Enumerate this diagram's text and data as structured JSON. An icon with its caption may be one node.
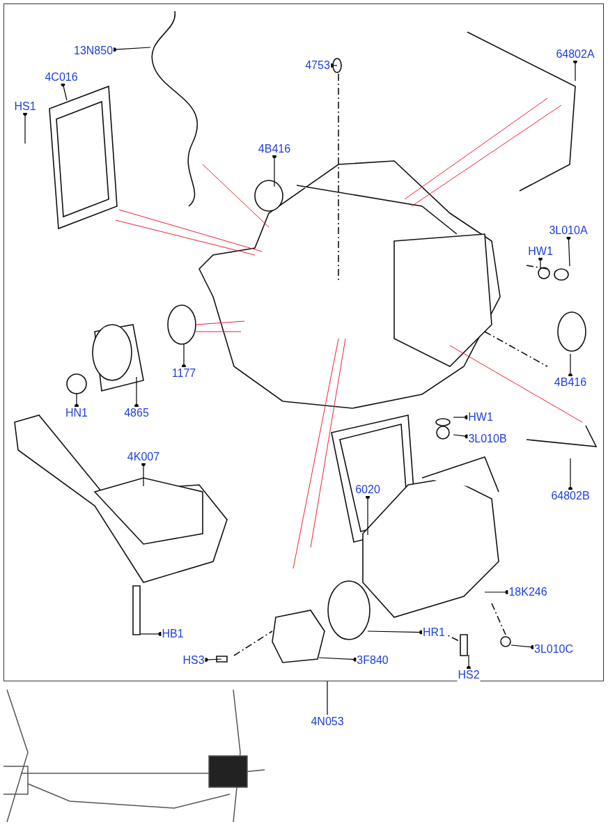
{
  "diagram": {
    "nodes": [
      {
        "text": [],
        "shape": "box"
      },
      {
        "text": [
          "13N850"
        ],
        "in": 0
      },
      {
        "text": [
          "4C016"
        ],
        "in": 0
      },
      {
        "text": [
          "HS1"
        ],
        "in": 0
      },
      {
        "text": [
          "4753"
        ],
        "in": 0
      },
      {
        "text": [
          "64802A"
        ],
        "in": 0
      },
      {
        "text": [
          "4B416"
        ],
        "in": 0
      },
      {
        "text": [
          "3L010A"
        ],
        "in": 0
      },
      {
        "text": [
          "HW1"
        ],
        "in": 0
      },
      {
        "text": [
          "1177"
        ],
        "in": 0
      },
      {
        "text": [
          "4865"
        ],
        "in": 0
      },
      {
        "text": [
          "HN1"
        ],
        "in": 0
      },
      {
        "text": [
          "4B416"
        ],
        "in": 0
      },
      {
        "text": [
          "HW1"
        ],
        "in": 0
      },
      {
        "text": [
          "3L010B"
        ],
        "in": 0
      },
      {
        "text": [
          "64802B"
        ],
        "in": 0
      },
      {
        "text": [
          "4K007"
        ],
        "in": 0
      },
      {
        "text": [
          "6020"
        ],
        "in": 0
      },
      {
        "text": [
          "18K246"
        ],
        "in": 0
      },
      {
        "text": [
          "HB1"
        ],
        "in": 0
      },
      {
        "text": [
          "HR1"
        ],
        "in": 0
      },
      {
        "text": [
          "HS3"
        ],
        "in": 0
      },
      {
        "text": [
          "3F840"
        ],
        "in": 0
      },
      {
        "text": [
          "3L010C"
        ],
        "in": 0
      },
      {
        "text": [
          "HS2"
        ],
        "in": 0
      },
      {
        "text": [
          "4N053"
        ]
      }
    ],
    "edges": [
      {
        "from": 1,
        "to": null,
        "arrow": "other"
      },
      {
        "from": 2,
        "to": null,
        "arrow": "other"
      },
      {
        "from": 3,
        "to": null,
        "arrow": "other"
      },
      {
        "from": 4,
        "to": null,
        "arrow": "other"
      },
      {
        "from": 5,
        "to": null,
        "arrow": "other"
      },
      {
        "from": 6,
        "to": null,
        "arrow": "other"
      },
      {
        "from": 7,
        "to": null,
        "arrow": "other"
      },
      {
        "from": 8,
        "to": null,
        "arrow": "other"
      },
      {
        "from": 9,
        "to": null,
        "arrow": "other"
      },
      {
        "from": 10,
        "to": null,
        "arrow": "other"
      },
      {
        "from": 11,
        "to": null,
        "arrow": "other"
      },
      {
        "from": 12,
        "to": null,
        "arrow": "other"
      },
      {
        "from": 13,
        "to": null,
        "arrow": "other"
      },
      {
        "from": 14,
        "to": null,
        "arrow": "other"
      },
      {
        "from": 15,
        "to": null,
        "arrow": "other"
      },
      {
        "from": 16,
        "to": null,
        "arrow": "other"
      },
      {
        "from": 17,
        "to": null,
        "arrow": "other"
      },
      {
        "from": 18,
        "to": null,
        "arrow": "other"
      },
      {
        "from": 19,
        "to": null,
        "arrow": "other"
      },
      {
        "from": 20,
        "to": null,
        "arrow": "other"
      },
      {
        "from": 21,
        "to": null,
        "arrow": "other"
      },
      {
        "from": 22,
        "to": null,
        "arrow": "other"
      },
      {
        "from": 23,
        "to": null,
        "arrow": "other"
      },
      {
        "from": 24,
        "to": null,
        "arrow": "other"
      },
      {
        "from": 25,
        "to": 0,
        "arrow": "none"
      }
    ]
  }
}
